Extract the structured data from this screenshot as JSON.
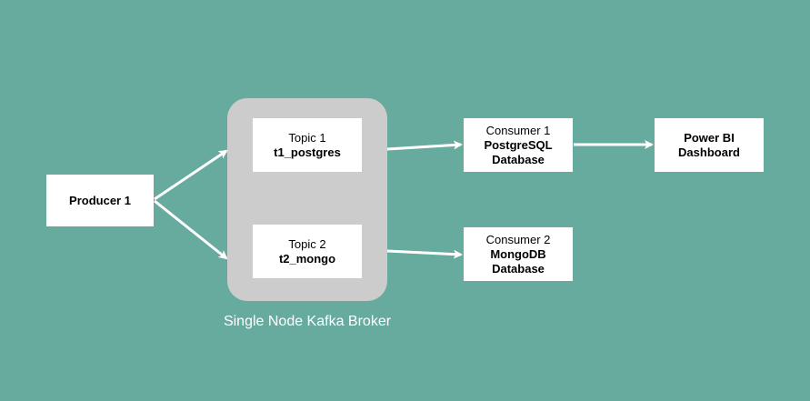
{
  "colors": {
    "background": "#67ab9f",
    "broker_fill": "#cccccc",
    "box_fill": "#ffffff",
    "arrow": "#ffffff"
  },
  "producer": {
    "label": "Producer 1"
  },
  "broker": {
    "label": "Single Node Kafka Broker",
    "topics": [
      {
        "title": "Topic 1",
        "name": "t1_postgres"
      },
      {
        "title": "Topic 2",
        "name": "t2_mongo"
      }
    ]
  },
  "consumers": [
    {
      "title": "Consumer 1",
      "db_line1": "PostgreSQL",
      "db_line2": "Database"
    },
    {
      "title": "Consumer 2",
      "db_line1": "MongoDB",
      "db_line2": "Database"
    }
  ],
  "dashboard": {
    "line1": "Power BI",
    "line2": "Dashboard"
  }
}
